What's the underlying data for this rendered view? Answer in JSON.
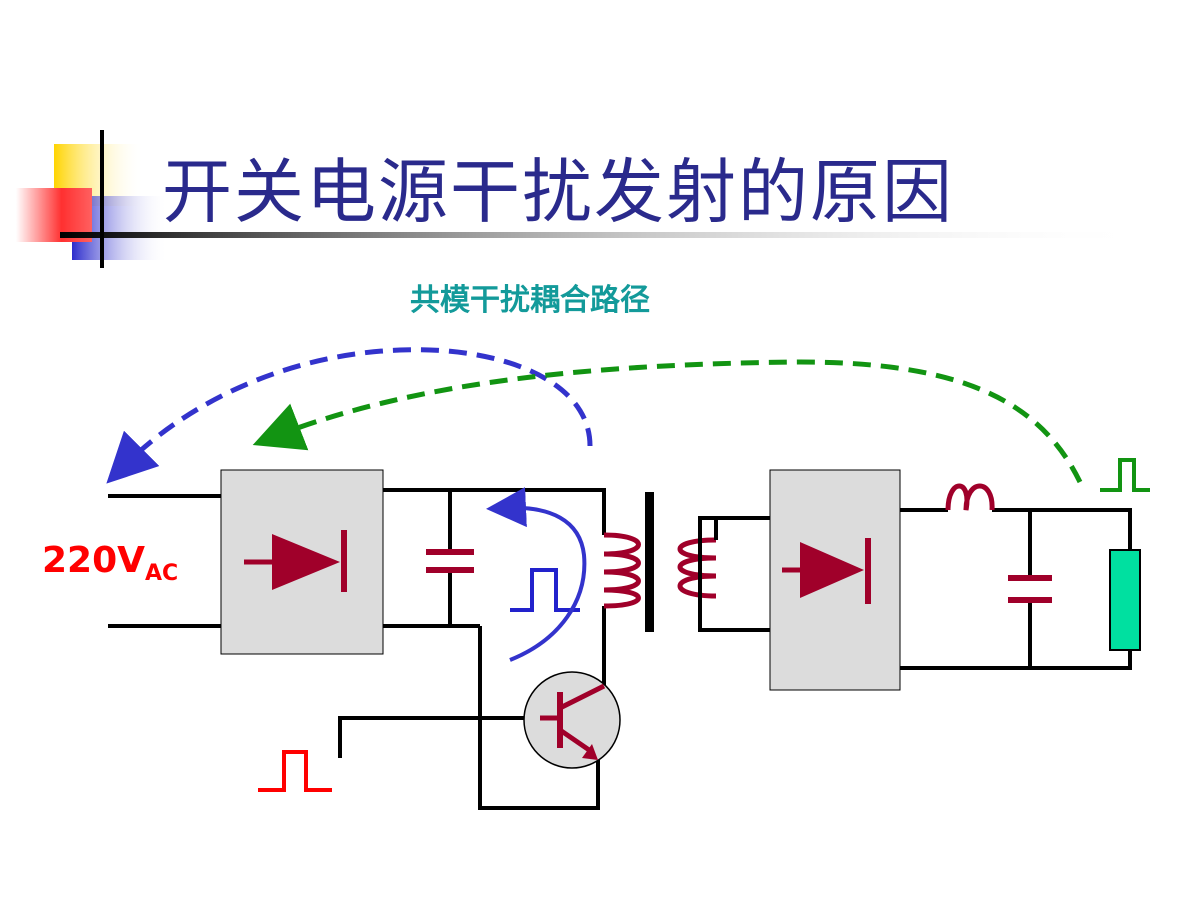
{
  "slide": {
    "title": "开关电源干扰发射的原因",
    "subtitle": "共模干扰耦合路径"
  },
  "circuit": {
    "voltage_value": "220V",
    "voltage_subscript": "AC"
  },
  "colors": {
    "title": "#2a2a8c",
    "subtitle": "#139a9a",
    "voltage": "#ff0000",
    "component": "#a0002a",
    "wire": "#000000",
    "blue_path": "#3333cc",
    "green_path": "#129412",
    "load": "#00e0a0",
    "box_fill": "#dcdcdc"
  }
}
